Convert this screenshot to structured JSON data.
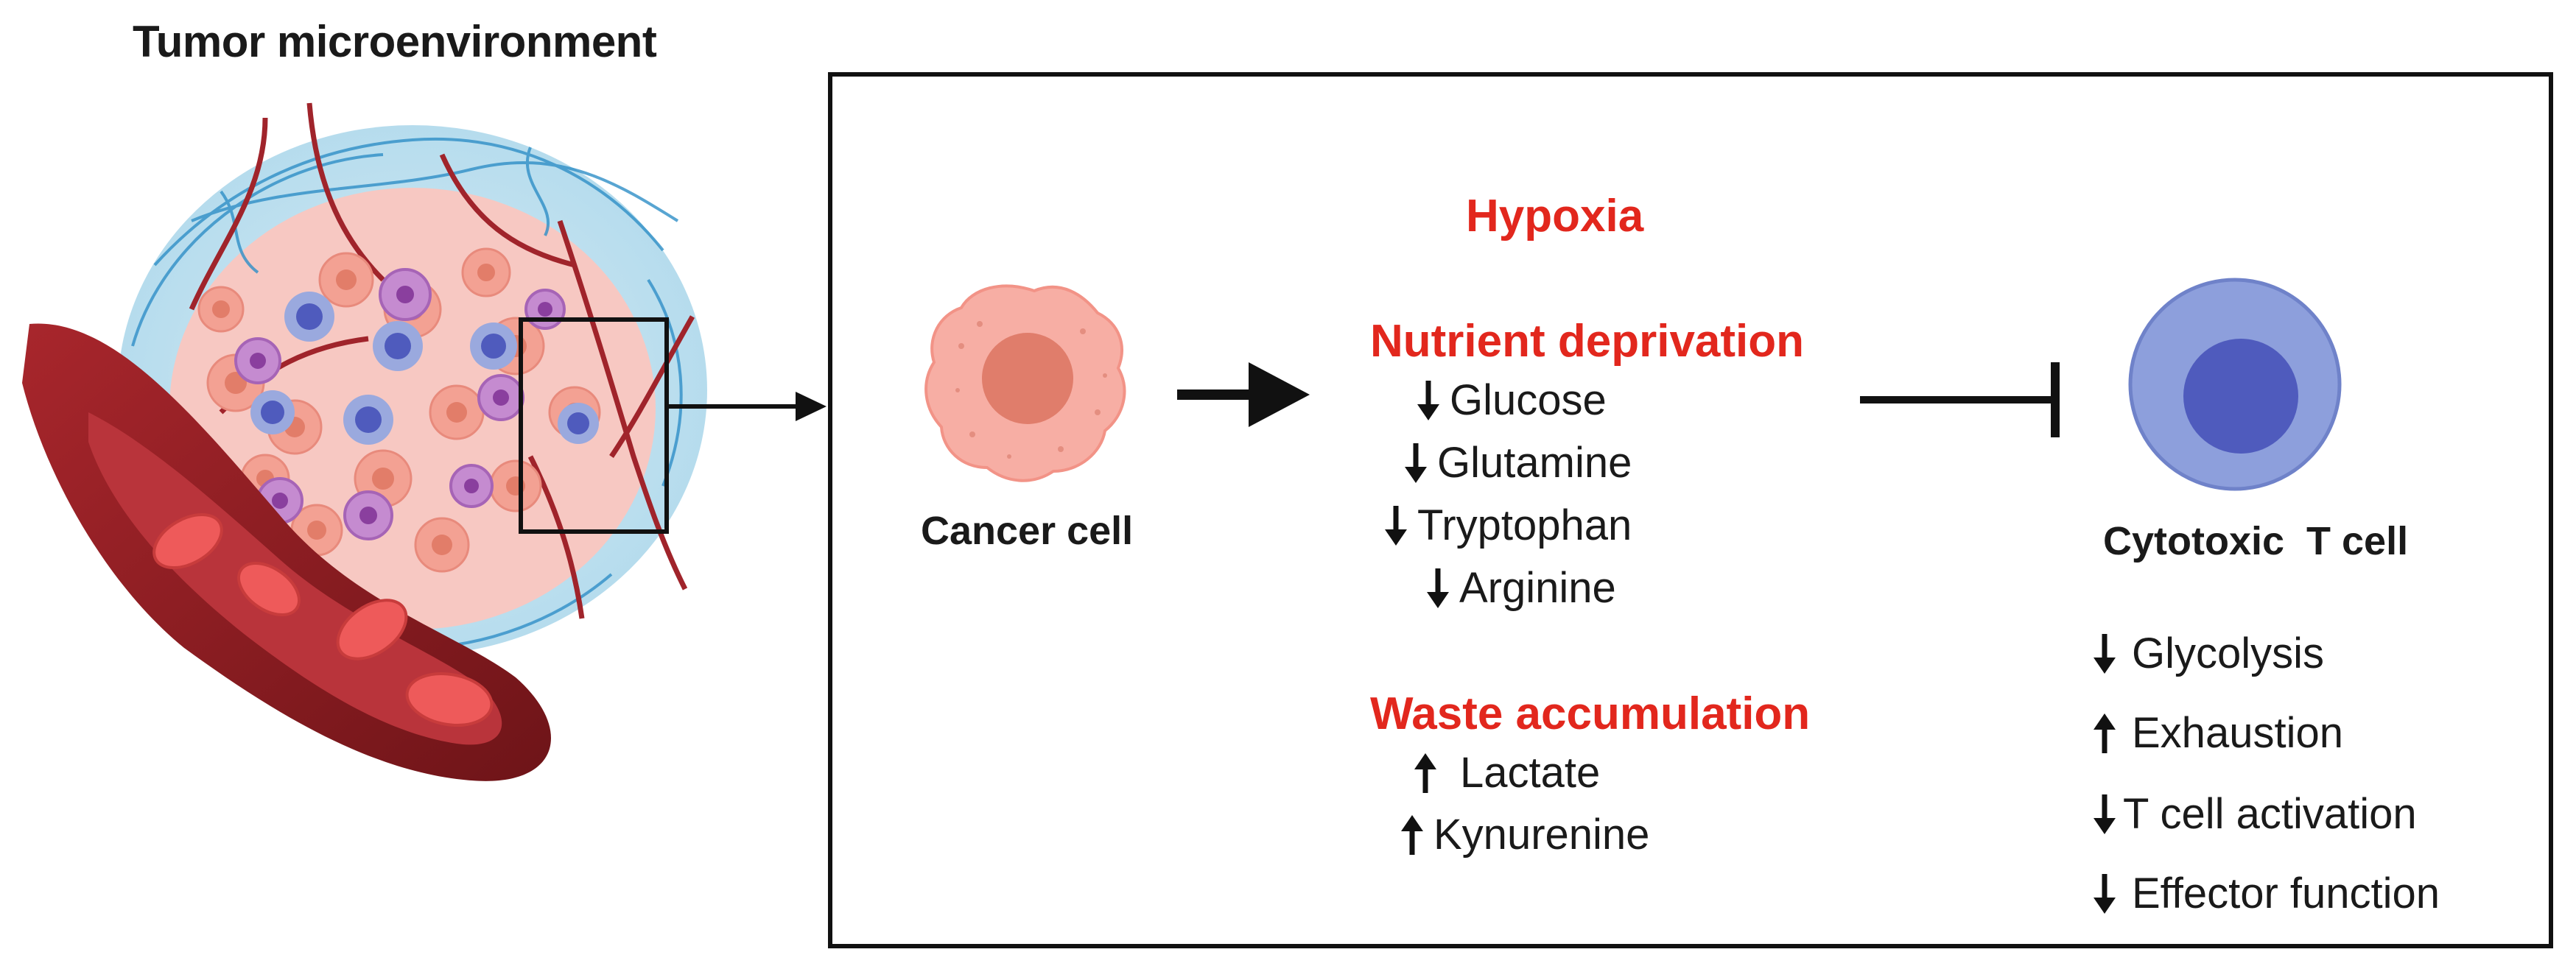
{
  "illustration": {
    "title": "Tumor microenvironment"
  },
  "panel": {
    "cancer_label": "Cancer cell",
    "tcell_label": "Cytotoxic  T cell",
    "hypoxia": "Hypoxia",
    "nutrient": {
      "heading": "Nutrient deprivation",
      "items": [
        {
          "label": "Glucose",
          "direction": "down"
        },
        {
          "label": "Glutamine",
          "direction": "down"
        },
        {
          "label": "Tryptophan",
          "direction": "down"
        },
        {
          "label": "Arginine",
          "direction": "down"
        }
      ]
    },
    "waste": {
      "heading": "Waste accumulation",
      "items": [
        {
          "label": "Lactate",
          "direction": "up"
        },
        {
          "label": "Kynurenine",
          "direction": "up"
        }
      ]
    },
    "effects": [
      {
        "label": "Glycolysis",
        "direction": "down"
      },
      {
        "label": "Exhaustion",
        "direction": "up"
      },
      {
        "label": "T cell activation",
        "direction": "down"
      },
      {
        "label": "Effector function",
        "direction": "down"
      }
    ]
  },
  "colors": {
    "accent_red": "#e2271d",
    "vessel": "#8f1d22",
    "cancer_cell": "#f4a59a",
    "cancer_nucleus": "#e07a66",
    "tcell": "#8d9fdc",
    "tcell_nucleus": "#4f5bbd"
  }
}
